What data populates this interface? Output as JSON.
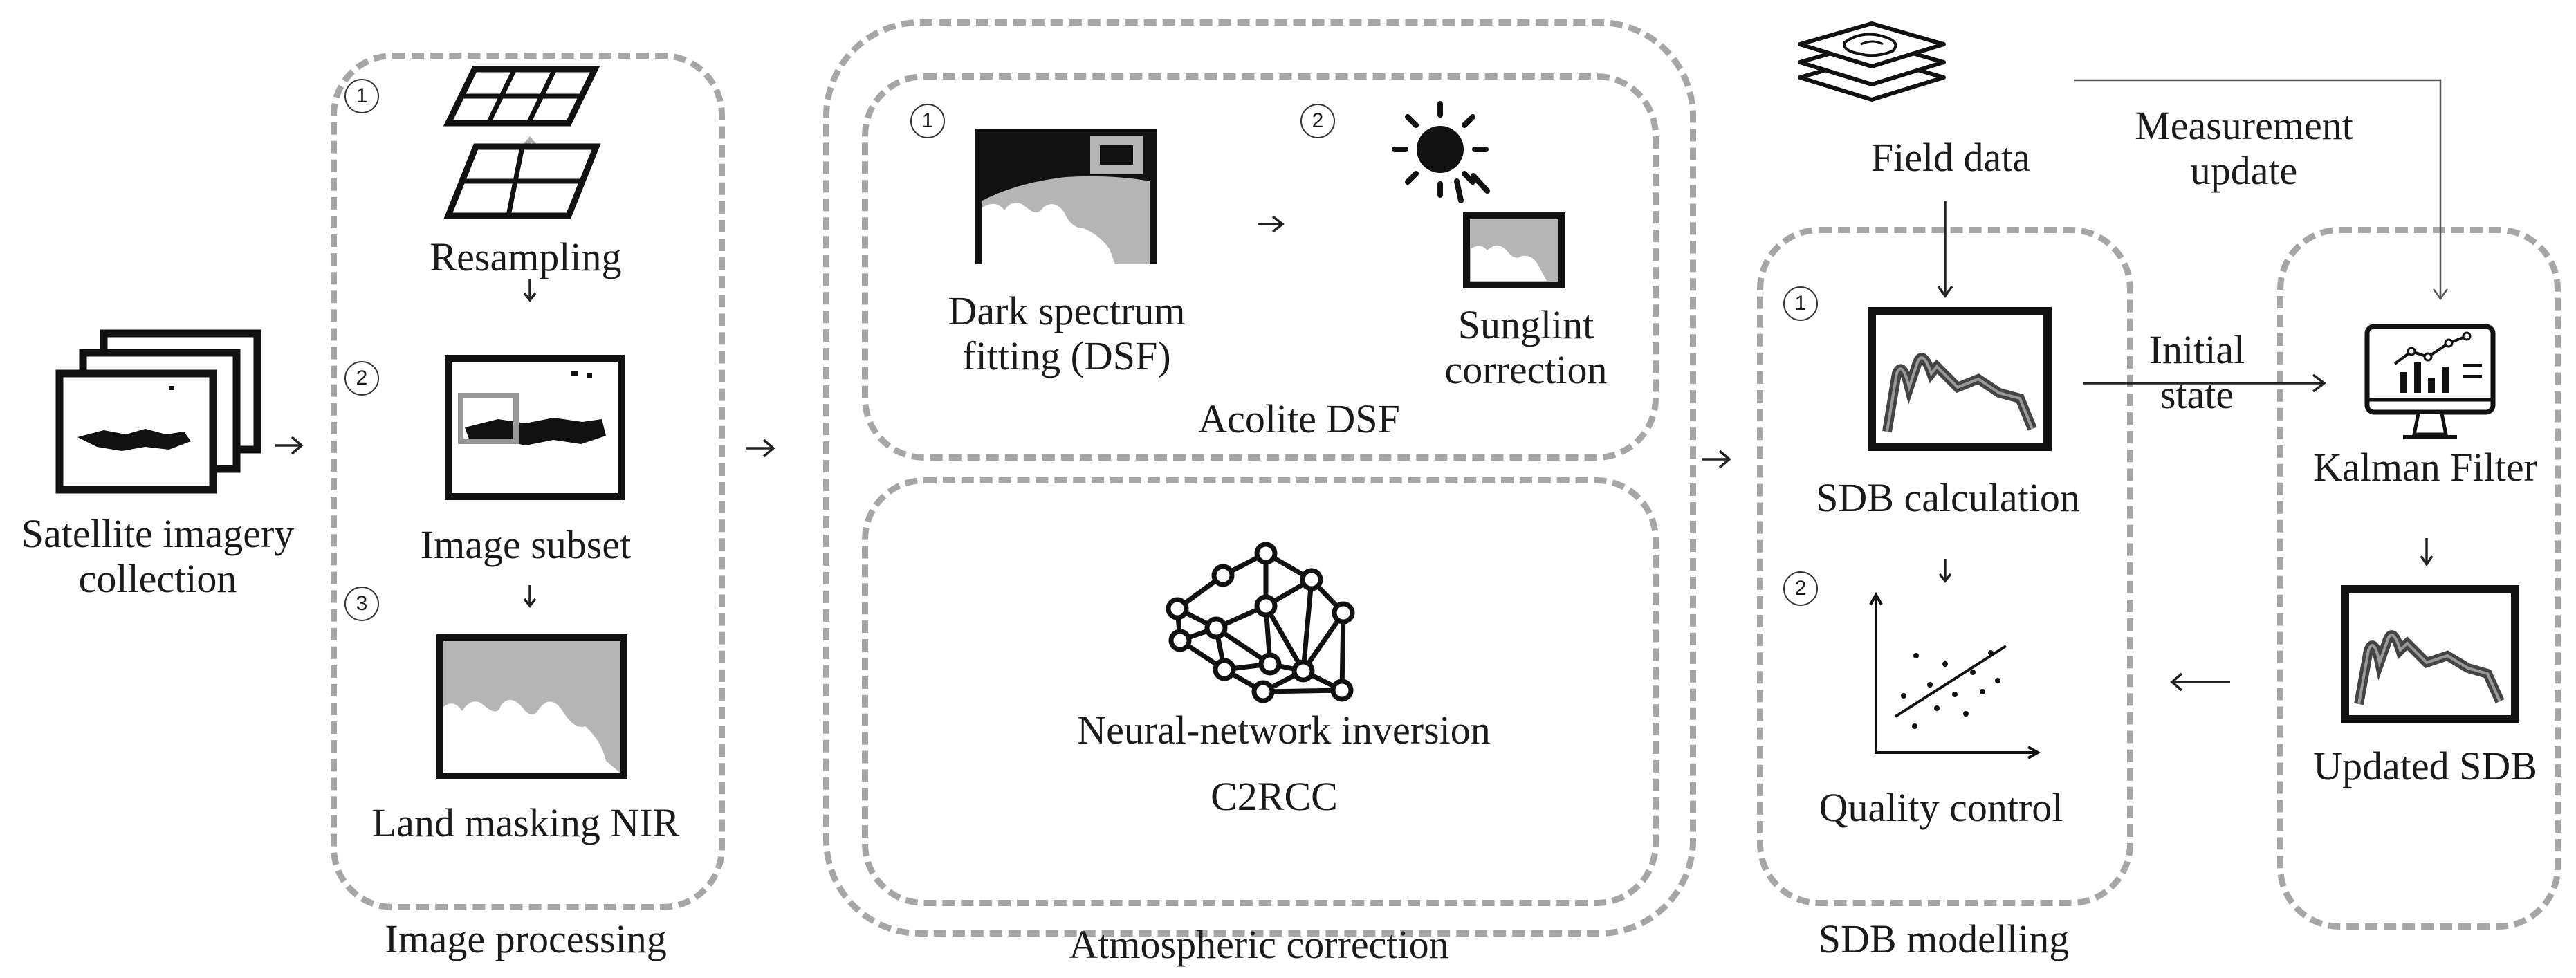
{
  "sections": {
    "satellite": {
      "label_line1": "Satellite imagery",
      "label_line2": "collection"
    },
    "image_processing": {
      "title": "Image processing",
      "steps": [
        {
          "num": "1",
          "label": "Resampling"
        },
        {
          "num": "2",
          "label": "Image subset"
        },
        {
          "num": "3",
          "label": "Land masking NIR"
        }
      ]
    },
    "atmospheric": {
      "title": "Atmospheric correction",
      "acolite": {
        "title": "Acolite DSF",
        "steps": [
          {
            "num": "1",
            "label_line1": "Dark spectrum",
            "label_line2": "fitting (DSF)"
          },
          {
            "num": "2",
            "label_line1": "Sunglint",
            "label_line2": "correction"
          }
        ]
      },
      "c2rcc": {
        "label": "Neural-network inversion",
        "title": "C2RCC"
      }
    },
    "field_data": {
      "label": "Field data"
    },
    "measurement": {
      "label_line1": "Measurement",
      "label_line2": "update"
    },
    "sdb_modelling": {
      "title": "SDB modelling",
      "steps": [
        {
          "num": "1",
          "label": "SDB calculation"
        },
        {
          "num": "2",
          "label": "Quality control"
        }
      ]
    },
    "initial_state": {
      "label_line1": "Initial",
      "label_line2": "state"
    },
    "kalman": {
      "label": "Kalman Filter",
      "output": "Updated SDB"
    }
  }
}
